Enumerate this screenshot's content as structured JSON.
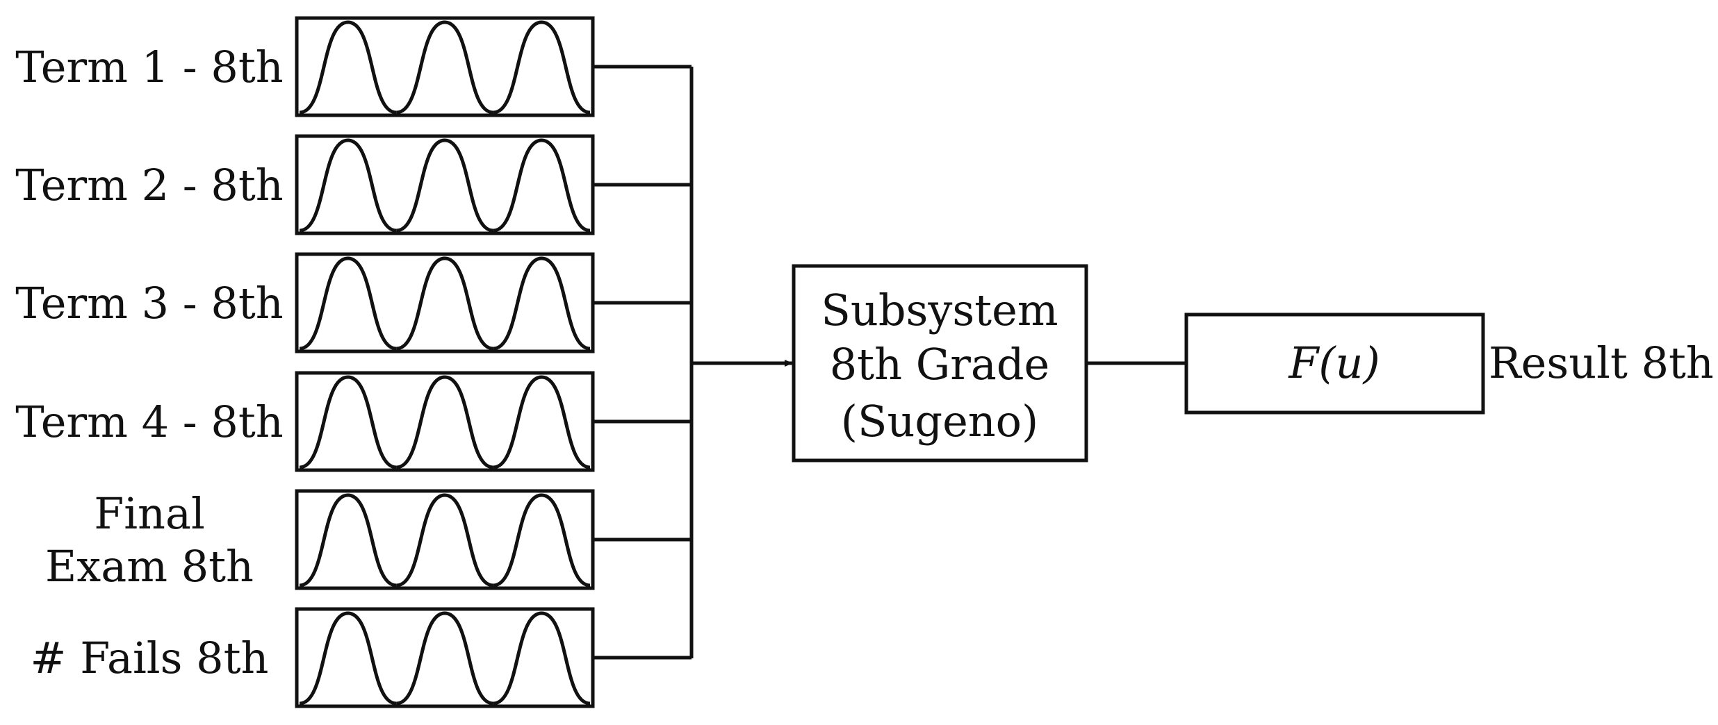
{
  "inputs": [
    {
      "label_lines": [
        "Term 1 - 8th"
      ]
    },
    {
      "label_lines": [
        "Term 2 - 8th"
      ]
    },
    {
      "label_lines": [
        "Term 3 - 8th"
      ]
    },
    {
      "label_lines": [
        "Term 4 - 8th"
      ]
    },
    {
      "label_lines": [
        "Final",
        "Exam 8th"
      ]
    },
    {
      "label_lines": [
        "# Fails 8th"
      ]
    }
  ],
  "subsystem": {
    "lines": [
      "Subsystem",
      "8th Grade",
      "(Sugeno)"
    ]
  },
  "function_block": {
    "text": "F(u)"
  },
  "output": {
    "label": "Result 8th"
  },
  "membership_functions_per_input": 3
}
